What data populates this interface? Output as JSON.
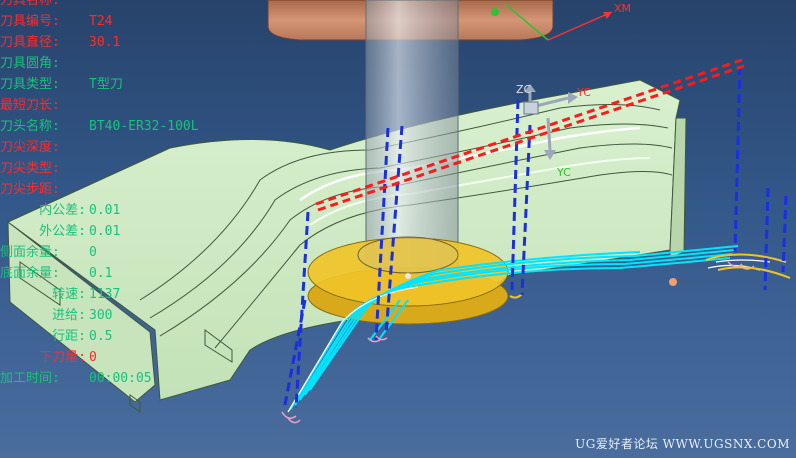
{
  "info_panel": {
    "rows": [
      {
        "label": "刀具名称:",
        "value": "",
        "color": "#ff2a2a"
      },
      {
        "label": "刀具编号:",
        "value": "T24",
        "color": "#ff2a2a"
      },
      {
        "label": "刀具直径:",
        "value": "30.1",
        "color": "#ff2a2a"
      },
      {
        "label": "刀具圆角:",
        "value": "",
        "color": "#18c27a"
      },
      {
        "label": "刀具类型:",
        "value": "T型刀",
        "color": "#18c27a"
      },
      {
        "label": "最短刀长:",
        "value": "",
        "color": "#ff2a2a"
      },
      {
        "label": "刀头名称:",
        "value": "BT40-ER32-100L",
        "color": "#18c27a"
      },
      {
        "label": "刀尖深度:",
        "value": "",
        "color": "#ff2a2a"
      },
      {
        "label": "刀尖类型:",
        "value": "",
        "color": "#ff2a2a"
      },
      {
        "label": "刀尖步距:",
        "value": "",
        "color": "#ff2a2a"
      },
      {
        "label": "内公差:",
        "value": "0.01",
        "color": "#18c27a"
      },
      {
        "label": "外公差:",
        "value": "0.01",
        "color": "#18c27a"
      },
      {
        "label": "侧面余量:",
        "value": "0",
        "color": "#18c27a"
      },
      {
        "label": "底面余量:",
        "value": "0.1",
        "color": "#18c27a"
      },
      {
        "label": "转速:",
        "value": "1137",
        "color": "#18c27a"
      },
      {
        "label": "进给:",
        "value": "300",
        "color": "#18c27a"
      },
      {
        "label": "行距:",
        "value": "0.5",
        "color": "#18c27a"
      },
      {
        "label": "下刀量:",
        "value": "0",
        "color": "#ff2a2a"
      },
      {
        "label": "加工时间:",
        "value": "00:00:05",
        "color": "#18c27a"
      }
    ]
  },
  "axes": {
    "wcs_x": "XM",
    "csys_z": "ZC",
    "csys_x": "YC",
    "csys_y": "YC"
  },
  "watermark": "UG爱好者论坛 WWW.UGSNX.COM",
  "colors": {
    "part": "#cfe9c4",
    "toolpath": "#00e5ff",
    "cutter_disc": "#f0c428",
    "engage_lines": "#1a2fe0",
    "boundary": "#ff1a1a",
    "holder": "#c9805e"
  }
}
